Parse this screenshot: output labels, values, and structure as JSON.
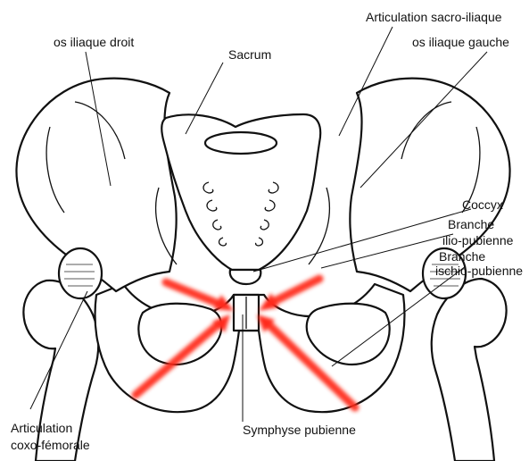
{
  "labels": {
    "os_iliaque_droit": "os iliaque droit",
    "articulation_sacro_iliaque": "Articulation sacro-iliaque",
    "os_iliaque_gauche": "os iliaque gauche",
    "sacrum": "Sacrum",
    "coccyx": "Coccyx",
    "branche_ilio_pubienne_line1": "Branche",
    "branche_ilio_pubienne_line2": "ilio-pubienne",
    "branche_ischio_pubienne_line1": "Branche",
    "branche_ischio_pubienne_line2": "ischio-pubienne",
    "articulation_coxo_femorale_line1": "Articulation",
    "articulation_coxo_femorale_line2": "coxo-fémorale",
    "symphyse_pubienne": "Symphyse pubienne"
  },
  "colors": {
    "ink": "#111111",
    "arrow": "#ff2a1a",
    "background": "#ffffff"
  },
  "arrows": {
    "count": 4,
    "direction": "converging on symphyse pubienne"
  }
}
